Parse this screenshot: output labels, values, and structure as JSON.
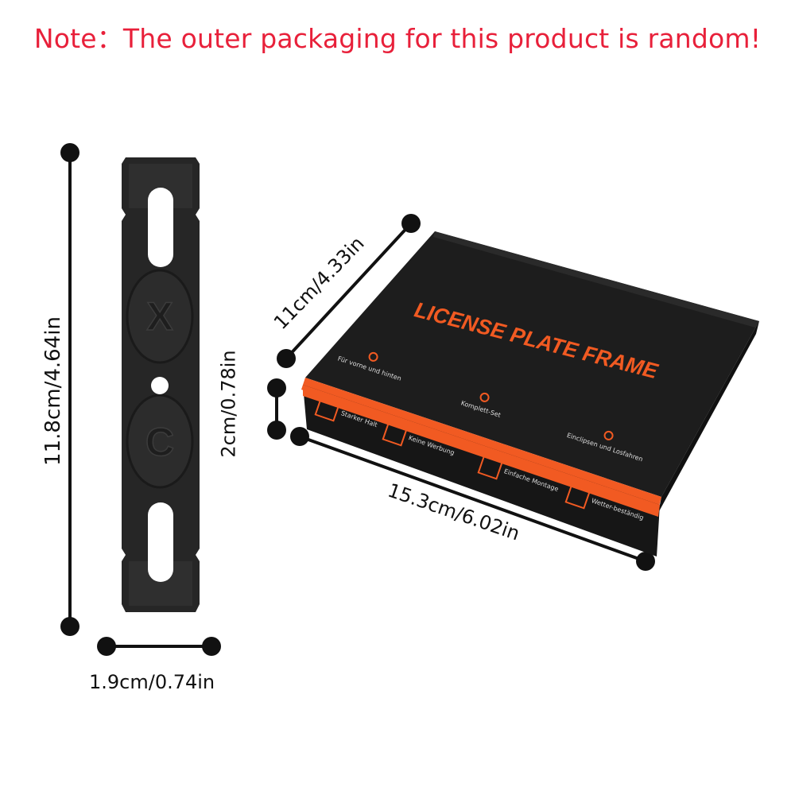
{
  "note": {
    "text": "Note：The outer packaging for this product is random!",
    "color": "#e8203a"
  },
  "dimensions": {
    "bracket_height": "11.8cm/4.64in",
    "bracket_width": "1.9cm/0.74in",
    "box_depth": "11cm/4.33in",
    "box_height": "2cm/0.78in",
    "box_length": "15.3cm/6.02in"
  },
  "bracket": {
    "letter_top": "X",
    "letter_bottom": "C",
    "color": "#2a2a2a"
  },
  "box": {
    "title": "LICENSE PLATE FRAME",
    "accent_color": "#f15a22",
    "lid_features": [
      "Für vorne und hinten",
      "Komplett-Set",
      "Einclipsen und Losfahren"
    ],
    "side_features": [
      "Starker Halt",
      "Keine Werbung",
      "Einfache Montage",
      "Wetter-beständig"
    ]
  }
}
